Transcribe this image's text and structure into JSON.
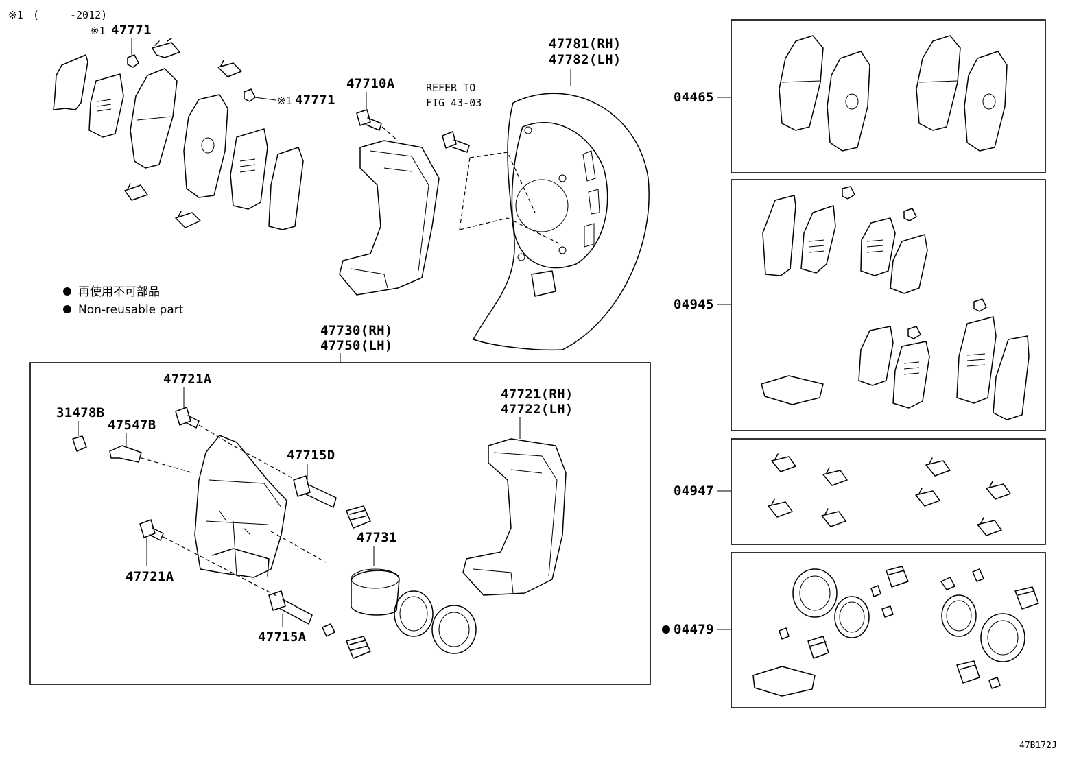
{
  "header": {
    "note_mark": "※1",
    "note_open": "(",
    "note_range": "-2012)",
    "figure_code": "47B172J"
  },
  "legend": {
    "jp_text": "再使用不可部品",
    "en_text": "Non-reusable part",
    "bullet": "●"
  },
  "callouts": {
    "p47771_top_mark": "※1",
    "p47771_top": "47771",
    "p47771_mid_mark": "※1",
    "p47771_mid": "47771",
    "p47710A": "47710A",
    "refer_line1": "REFER TO",
    "refer_line2": "FIG 43-03",
    "p47781": "47781(RH)",
    "p47782": "47782(LH)",
    "p47730": "47730(RH)",
    "p47750": "47750(LH)",
    "p47721A_top": "47721A",
    "p31478B": "31478B",
    "p47547B": "47547B",
    "p47715D": "47715D",
    "p47731": "47731",
    "p47721A_bot": "47721A",
    "p47715A": "47715A",
    "p47721": "47721(RH)",
    "p47722": "47722(LH)"
  },
  "kits": [
    {
      "id": "kit-04465",
      "code": "04465",
      "non_reusable": false
    },
    {
      "id": "kit-04945",
      "code": "04945",
      "non_reusable": false
    },
    {
      "id": "kit-04947",
      "code": "04947",
      "non_reusable": false
    },
    {
      "id": "kit-04479",
      "code": "04479",
      "non_reusable": true
    }
  ]
}
